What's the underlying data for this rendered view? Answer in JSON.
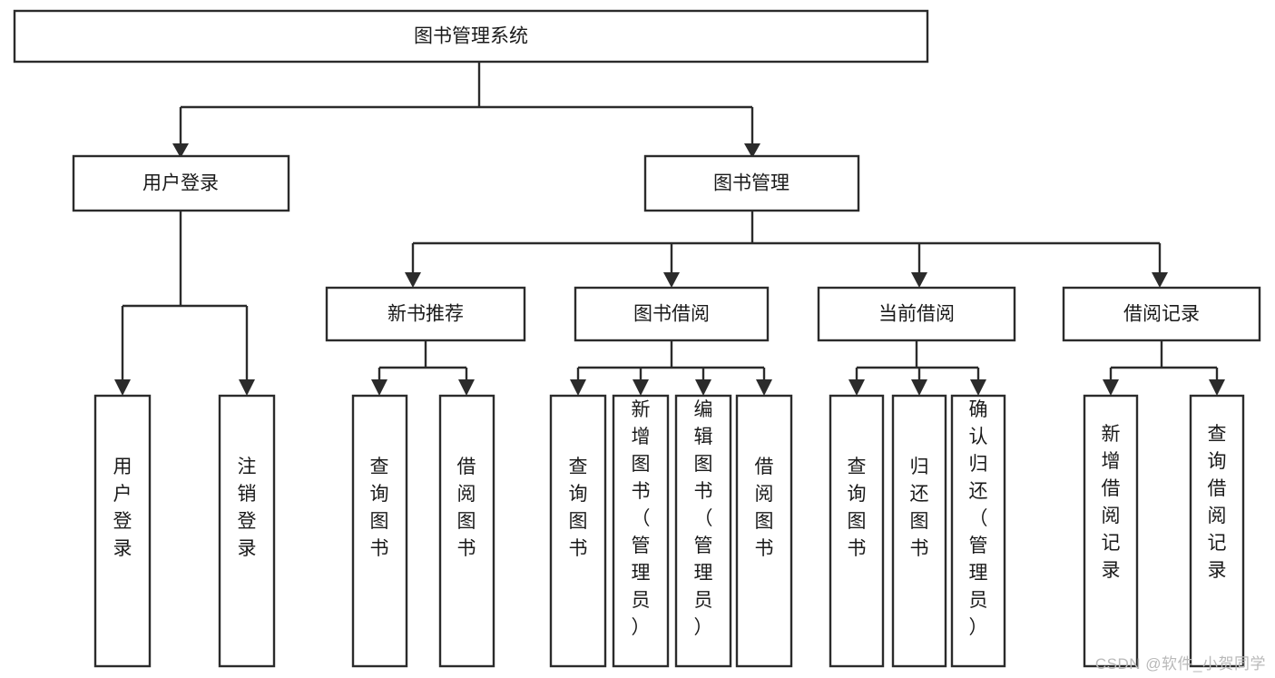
{
  "diagram": {
    "type": "tree",
    "title": "图书管理系统",
    "watermark": "CSDN @软件_小贺同学",
    "root": {
      "label": "图书管理系统"
    },
    "level2": [
      {
        "label": "用户登录"
      },
      {
        "label": "图书管理"
      }
    ],
    "level3": [
      {
        "label": "新书推荐"
      },
      {
        "label": "图书借阅"
      },
      {
        "label": "当前借阅"
      },
      {
        "label": "借阅记录"
      }
    ],
    "leaves": {
      "user_login": [
        {
          "label": "用户登录"
        },
        {
          "label": "注销登录"
        }
      ],
      "new_book": [
        {
          "label": "查询图书"
        },
        {
          "label": "借阅图书"
        }
      ],
      "book_borrow": [
        {
          "label": "查询图书"
        },
        {
          "label": "新增图书（管理员）"
        },
        {
          "label": "编辑图书（管理员）"
        },
        {
          "label": "借阅图书"
        }
      ],
      "current_borrow": [
        {
          "label": "查询图书"
        },
        {
          "label": "归还图书"
        },
        {
          "label": "确认归还（管理员）"
        }
      ],
      "borrow_record": [
        {
          "label": "新增借阅记录"
        },
        {
          "label": "查询借阅记录"
        }
      ]
    },
    "colors": {
      "box_stroke": "#2b2b2b",
      "box_fill": "#ffffff",
      "text": "#1a1a1a",
      "watermark": "#b9b9b9",
      "background": "#ffffff"
    }
  }
}
